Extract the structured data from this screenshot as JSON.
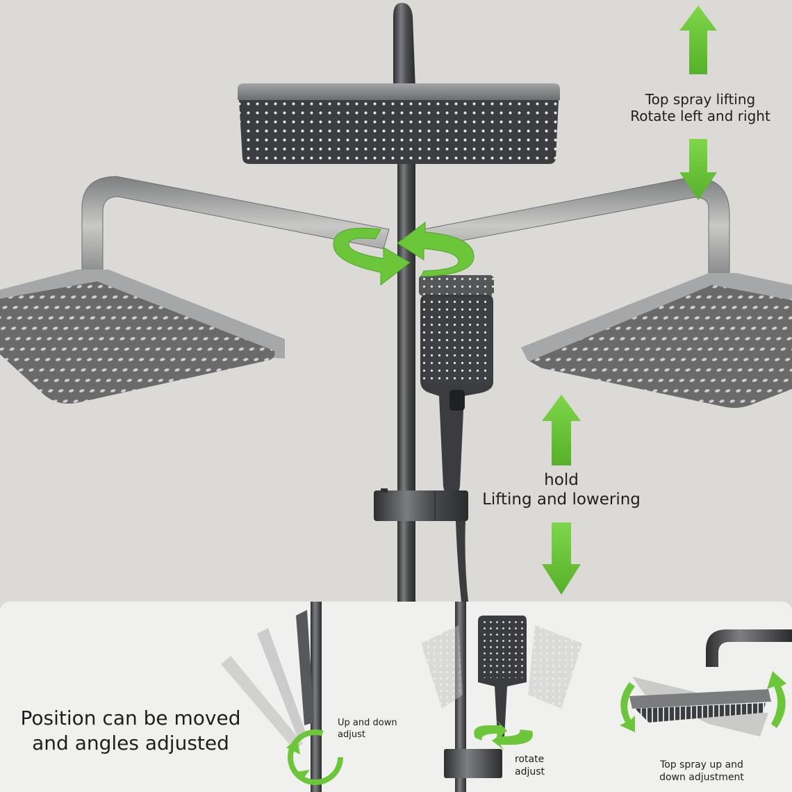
{
  "colors": {
    "background": "#dcdad6",
    "bottom_panel": "#f0f0ef",
    "arrow_green": "#6cc63a",
    "arrow_green_dark": "#4ea625",
    "showerhead_face": "#3b3d40",
    "showerhead_rim": "#8f9092",
    "pipe_metal": "#555759",
    "label_text": "#1e1e1e"
  },
  "main_section": {
    "labels": {
      "top_spray": {
        "line1": "Top spray lifting",
        "line2": "Rotate left and right"
      },
      "hold": {
        "line1": "hold",
        "line2": "Lifting and lowering"
      }
    },
    "icons": [
      "arrow-up-icon",
      "arrow-down-icon",
      "rotate-arrows-icon",
      "arrow-up-icon",
      "arrow-down-icon"
    ]
  },
  "bottom_panel": {
    "headline": {
      "line1": "Position can be moved",
      "line2": "and angles adjusted"
    },
    "captions": {
      "up_down": {
        "line1": "Up and down",
        "line2": "adjust"
      },
      "rotate": {
        "line1": "rotate",
        "line2": "adjust"
      },
      "top_spray": {
        "line1": "Top spray up and",
        "line2": "down adjustment"
      }
    }
  }
}
